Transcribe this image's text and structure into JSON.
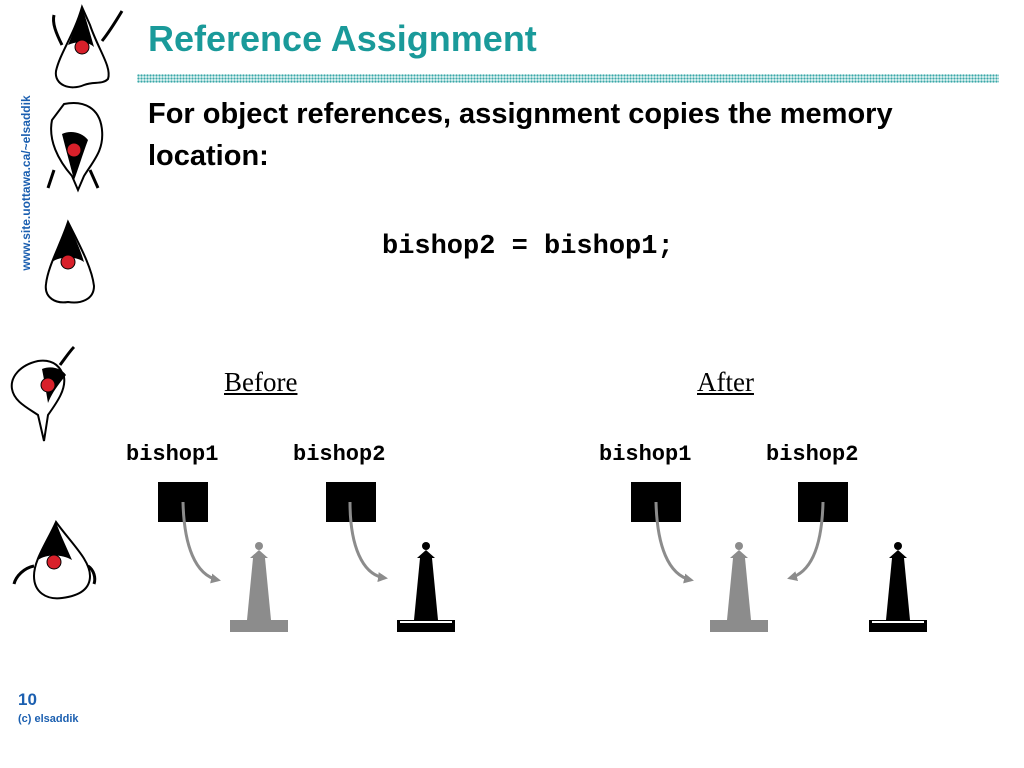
{
  "slide": {
    "title": "Reference Assignment",
    "body": "For object references, assignment copies the memory location:",
    "code": "bishop2 = bishop1;",
    "side_url": "www.site.uottawa.ca/~elsaddik",
    "page_number": "10",
    "copyright": "(c) elsaddik"
  },
  "before": {
    "heading": "Before",
    "var1": "bishop1",
    "var2": "bishop2",
    "var1_points_to": "gray-bishop",
    "var2_points_to": "black-bishop"
  },
  "after": {
    "heading": "After",
    "var1": "bishop1",
    "var2": "bishop2",
    "var1_points_to": "gray-bishop",
    "var2_points_to": "gray-bishop"
  },
  "colors": {
    "title": "#1a9a9a",
    "link": "#1b5fb0",
    "gray_bishop": "#8c8c8c",
    "black_bishop": "#000000",
    "arrow": "#8c8c8c"
  },
  "icons": [
    "duke-mascot-icon",
    "bishop-chess-piece-icon",
    "reference-box-icon",
    "pointer-arrow-icon"
  ]
}
